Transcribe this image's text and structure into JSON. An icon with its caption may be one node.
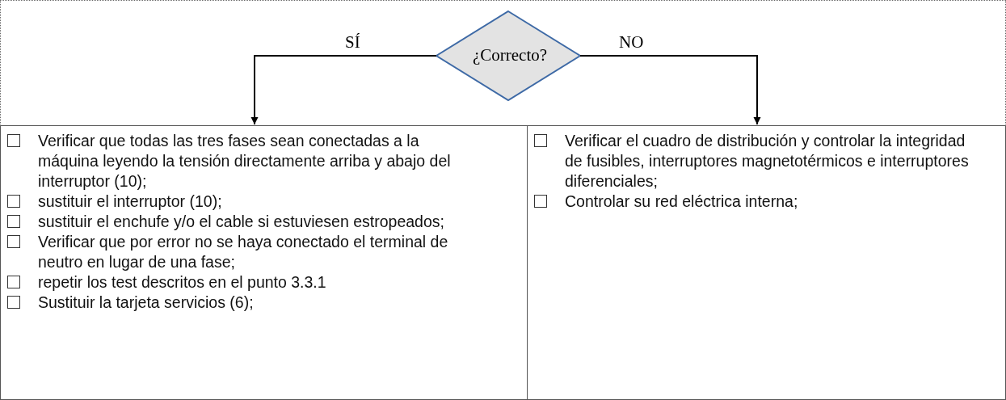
{
  "diagram": {
    "nodes": [
      {
        "text": [
          "¿Correcto?"
        ]
      },
      {
        "text": [
          "Verificar que todas las tres fases sean conectadas a la máquina leyendo la tensión directamente arriba y abajo del interruptor (10);",
          "sustituir el interruptor (10);",
          "sustituir el enchufe y/o el cable si estuviesen estropeados;",
          "Verificar que por error no se haya conectado el terminal de neutro en lugar de una fase;",
          "repetir los test descritos en el punto 3.3.1",
          "Sustituir la tarjeta servicios (6);"
        ]
      },
      {
        "text": [
          "Verificar el cuadro de distribución y controlar la integridad de fusibles, interruptores magnetotérmicos e interruptores diferenciales;",
          "Controlar su red eléctrica interna;"
        ]
      }
    ],
    "edges": [
      {
        "from": 0,
        "to": 1,
        "arrow": "to",
        "label": "SÍ"
      },
      {
        "from": 0,
        "to": 2,
        "arrow": "to",
        "label": "NO"
      }
    ]
  }
}
